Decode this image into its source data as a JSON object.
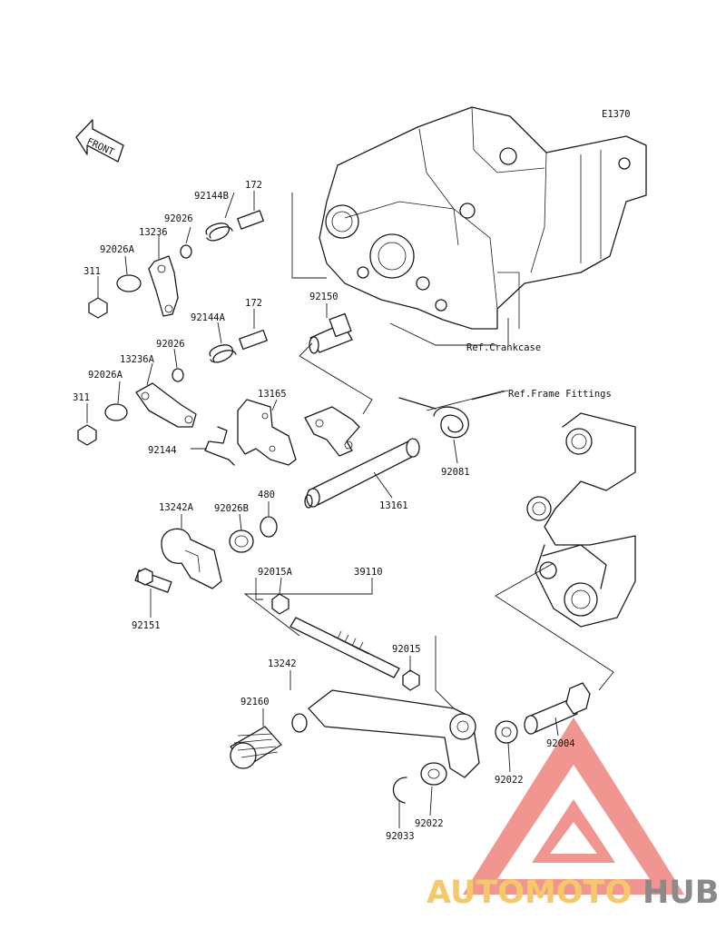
{
  "diagram": {
    "code": "E1370",
    "front_label": "FRONT",
    "refs": {
      "crankcase": "Ref.Crankcase",
      "frame_fittings": "Ref.Frame Fittings"
    },
    "parts": {
      "p_92144B": "92144B",
      "p_172_top": "172",
      "p_92026_top": "92026",
      "p_13236": "13236",
      "p_92026A_top": "92026A",
      "p_311_top": "311",
      "p_172_mid": "172",
      "p_92144A": "92144A",
      "p_92150": "92150",
      "p_92026_mid": "92026",
      "p_13236A": "13236A",
      "p_92026A_mid": "92026A",
      "p_311_mid": "311",
      "p_13165": "13165",
      "p_92144": "92144",
      "p_92081": "92081",
      "p_13161": "13161",
      "p_13242A": "13242A",
      "p_92026B": "92026B",
      "p_480": "480",
      "p_92015A": "92015A",
      "p_39110": "39110",
      "p_92151": "92151",
      "p_92015": "92015",
      "p_13242": "13242",
      "p_92160": "92160",
      "p_92004": "92004",
      "p_92022_r": "92022",
      "p_92022_b": "92022",
      "p_92033": "92033"
    }
  },
  "watermark": {
    "part1": "AUTOMOTO",
    "part2": "HUB",
    "colors": {
      "triangle": "#f08a84",
      "automoto": "#f5c86a",
      "hub": "#8a8a8a"
    }
  }
}
